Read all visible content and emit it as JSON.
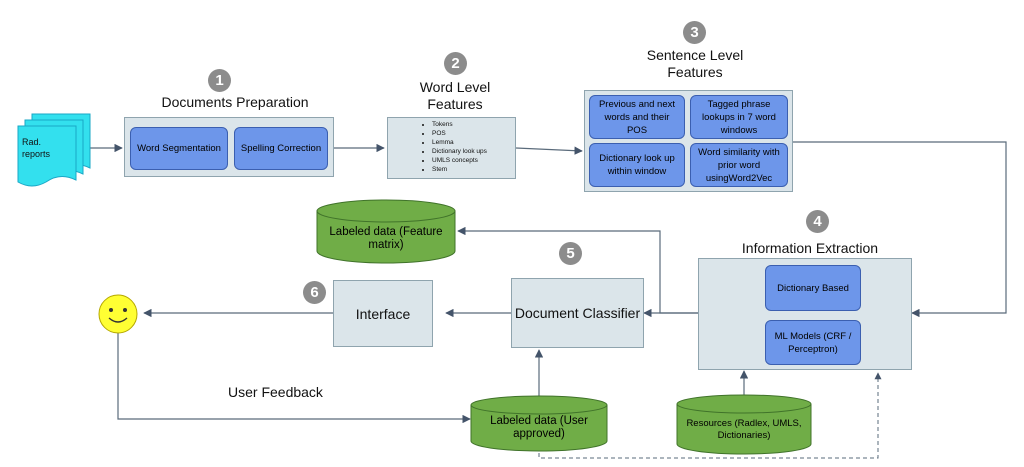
{
  "steps": {
    "s1": "1",
    "s2": "2",
    "s3": "3",
    "s4": "4",
    "s5": "5",
    "s6": "6"
  },
  "input": {
    "label": "Rad. reports"
  },
  "doc_prep": {
    "title": "Documents Preparation",
    "box1": "Word Segmentation",
    "box2": "Spelling Correction"
  },
  "word_level": {
    "title": "Word Level Features",
    "items": [
      "Tokens",
      "POS",
      "Lemma",
      "Dictionary look ups",
      "UMLS concepts",
      "Stem"
    ]
  },
  "sentence_level": {
    "title": "Sentence Level Features",
    "box1": "Previous and next words and their POS",
    "box2": "Tagged phrase lookups in 7 word windows",
    "box3": "Dictionary look up within window",
    "box4": "Word similarity with prior word usingWord2Vec"
  },
  "info_extraction": {
    "title": "Information Extraction",
    "box1": "Dictionary Based",
    "box2": "ML Models (CRF / Perceptron)"
  },
  "labeled_feature": "Labeled data (Feature matrix)",
  "doc_classifier": "Document Classifier",
  "interface": "Interface",
  "user_feedback": "User Feedback",
  "labeled_user": "Labeled data (User approved)",
  "resources": "Resources (Radlex, UMLS, Dictionaries)",
  "colors": {
    "panel": "#dbe5ea",
    "blue_box": "#6d96ea",
    "cylinder": "#70ad47",
    "input_doc": "#33e0ee",
    "smiley": "#ffff33",
    "arrow": "#4a5a6a",
    "step_circle": "#8c8c8c"
  }
}
